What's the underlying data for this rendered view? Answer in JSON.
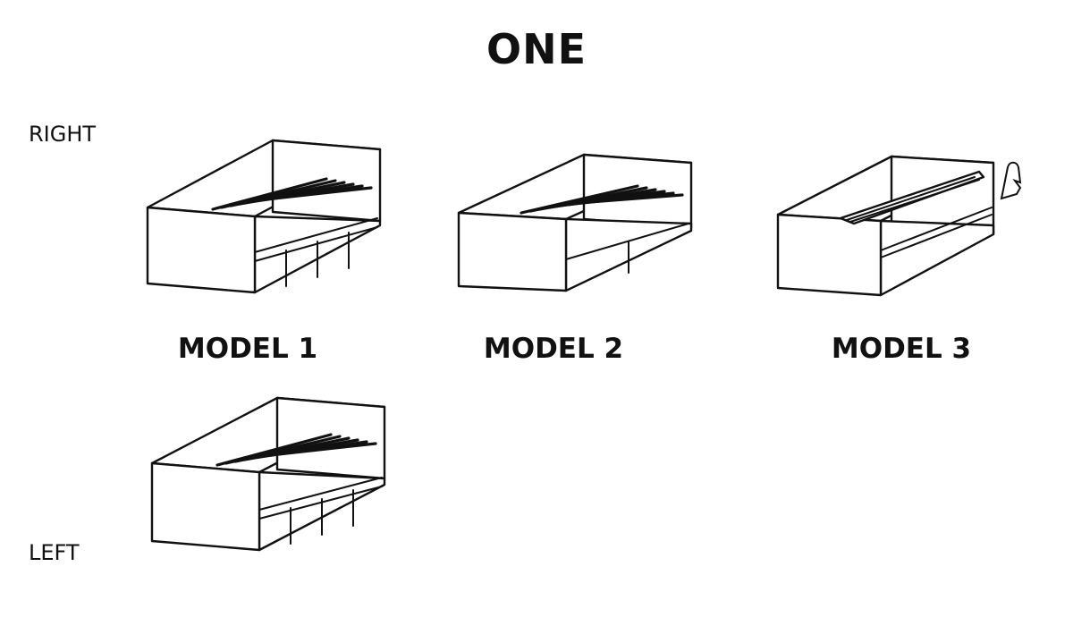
{
  "title": "ONE",
  "orientation_labels": {
    "right": "RIGHT",
    "left": "LEFT"
  },
  "models": [
    {
      "label": "MODEL 1",
      "drawer_type": "open-shelves"
    },
    {
      "label": "MODEL 2",
      "drawer_type": "double-drawer"
    },
    {
      "label": "MODEL 3",
      "drawer_type": "lift-up"
    }
  ],
  "variants": [
    {
      "model": "MODEL 1",
      "side": "RIGHT"
    },
    {
      "model": "MODEL 2",
      "side": "RIGHT"
    },
    {
      "model": "MODEL 3",
      "side": "RIGHT"
    },
    {
      "model": "MODEL 1",
      "side": "LEFT"
    }
  ],
  "colors": {
    "ink": "#111111",
    "background": "#ffffff"
  },
  "icons": [
    "bed-drawing-icon",
    "rotate-arrow-icon"
  ]
}
